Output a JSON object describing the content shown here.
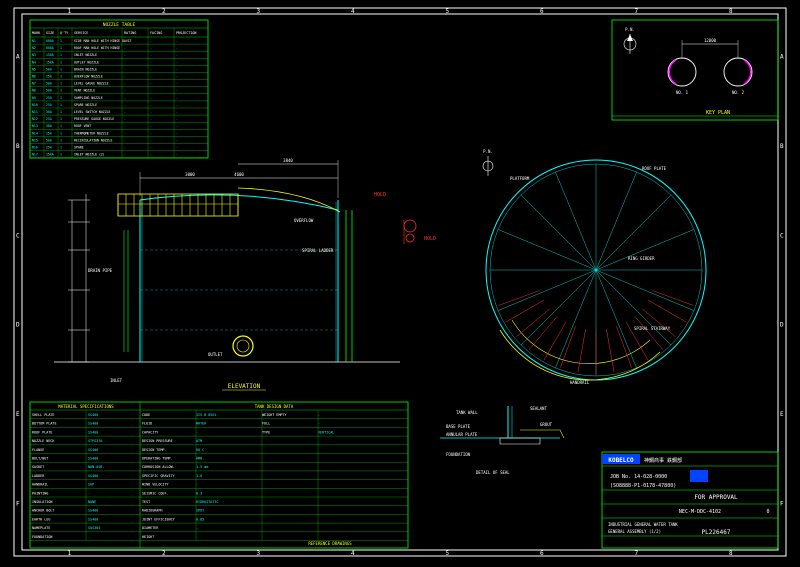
{
  "border": {
    "top_zones": [
      "1",
      "2",
      "3",
      "4",
      "5",
      "6",
      "7",
      "8"
    ],
    "side_zones": [
      "A",
      "B",
      "C",
      "D",
      "E",
      "F"
    ]
  },
  "nozzle_table": {
    "title": "NOZZLE TABLE",
    "headers": [
      "MARK",
      "SIZE",
      "Q'TY",
      "SERVICE",
      "RATING",
      "FACING",
      "PROJECTION"
    ],
    "rows": [
      [
        "N1",
        "600A",
        "1",
        "SIDE MAN HOLE WITH HINGE DAVIT",
        "-",
        "-",
        "-"
      ],
      [
        "N2",
        "600A",
        "1",
        "ROOF MAN HOLE WITH HINGE",
        "-",
        "-",
        "-"
      ],
      [
        "N3",
        "150A",
        "1",
        "INLET NOZZLE",
        "-",
        "-",
        "-"
      ],
      [
        "N4",
        "150A",
        "1",
        "OUTLET NOZZLE",
        "-",
        "-",
        "-"
      ],
      [
        "N5",
        "50A",
        "1",
        "DRAIN NOZZLE",
        "-",
        "-",
        "-"
      ],
      [
        "N6",
        "25A",
        "1",
        "OVERFLOW NOZZLE",
        "-",
        "-",
        "-"
      ],
      [
        "N7",
        "50A",
        "1",
        "LEVEL GAUGE NOZZLE",
        "-",
        "-",
        "-"
      ],
      [
        "N8",
        "50A",
        "1",
        "VENT NOZZLE",
        "-",
        "-",
        "-"
      ],
      [
        "N9",
        "25A",
        "1",
        "SAMPLING NOZZLE",
        "-",
        "-",
        "-"
      ],
      [
        "N10",
        "25A",
        "1",
        "SPARE NOZZLE",
        "-",
        "-",
        "-"
      ],
      [
        "N11",
        "50A",
        "1",
        "LEVEL SWITCH NOZZLE",
        "-",
        "-",
        "-"
      ],
      [
        "N12",
        "25A",
        "1",
        "PRESSURE GAUGE NOZZLE",
        "-",
        "-",
        "-"
      ],
      [
        "N13",
        "50A",
        "1",
        "ROOF VENT",
        "-",
        "-",
        "-"
      ],
      [
        "N14",
        "25A",
        "1",
        "THERMOMETER NOZZLE",
        "-",
        "-",
        "-"
      ],
      [
        "N15",
        "50A",
        "1",
        "RECIRCULATION NOZZLE",
        "-",
        "-",
        "-"
      ],
      [
        "N16",
        "25A",
        "1",
        "SPARE",
        "-",
        "-",
        "-"
      ],
      [
        "N17",
        "150A",
        "1",
        "INLET NOZZLE (2)",
        "-",
        "-",
        "-"
      ]
    ]
  },
  "key_plan": {
    "title": "KEY PLAN",
    "tank1": "NO. 1",
    "tank2": "NO. 2",
    "dim": "12000",
    "north": "P.N."
  },
  "elevation": {
    "title": "ELEVATION",
    "hold1": "HOLD",
    "hold2": "HOLD",
    "top_dims": [
      "4600",
      "3840",
      "3000"
    ],
    "labels": [
      "DRAIN PIPE",
      "OVERFLOW",
      "SPIRAL LADDER",
      "INLET",
      "OUTLET"
    ]
  },
  "plan": {
    "north": "P.N.",
    "labels": [
      "ROOF PLATE",
      "PLATFORM",
      "SPIRAL STAIRWAY",
      "RING GIRDER",
      "HANDRAIL"
    ]
  },
  "detail": {
    "labels": [
      "TANK WALL",
      "BASE PLATE",
      "ANNULAR PLATE",
      "SEALANT",
      "GROUT",
      "FOUNDATION"
    ],
    "title": "DETAIL OF SEAL"
  },
  "spec_table": {
    "title1": "MATERIAL SPECIFICATIONS",
    "title2": "TANK DESIGN DATA",
    "rows": [
      [
        "SHELL PLATE",
        "SS400",
        "CODE",
        "JIS B 8501",
        "WEIGHT EMPTY",
        "-"
      ],
      [
        "BOTTOM PLATE",
        "SS400",
        "FLUID",
        "WATER",
        "FULL",
        "-"
      ],
      [
        "ROOF PLATE",
        "SS400",
        "CAPACITY",
        "-",
        "TYPE",
        "VERTICAL"
      ],
      [
        "NOZZLE NECK",
        "STPG370",
        "DESIGN PRESSURE",
        "ATM",
        "",
        ""
      ],
      [
        "FLANGE",
        "SS400",
        "DESIGN TEMP.",
        "50 C",
        "",
        ""
      ],
      [
        "BOLT/NUT",
        "SS400",
        "OPERATING TEMP.",
        "AMB.",
        "",
        ""
      ],
      [
        "GASKET",
        "NON-ASB.",
        "CORROSION ALLOW.",
        "1.5 mm",
        "",
        ""
      ],
      [
        "LADDER",
        "SS400",
        "SPECIFIC GRAVITY",
        "1.0",
        "",
        ""
      ],
      [
        "HANDRAIL",
        "SGP",
        "WIND VELOCITY",
        "-",
        "",
        ""
      ],
      [
        "PAINTING",
        "-",
        "SEISMIC COEF.",
        "0.3",
        "",
        ""
      ],
      [
        "INSULATION",
        "NONE",
        "TEST",
        "HYDROSTATIC",
        "",
        ""
      ],
      [
        "ANCHOR BOLT",
        "SS400",
        "RADIOGRAPH",
        "SPOT",
        "",
        ""
      ],
      [
        "EARTH LUG",
        "SS400",
        "JOINT EFFICIENCY",
        "0.85",
        "",
        ""
      ],
      [
        "NAMEPLATE",
        "SUS304",
        "DIAMETER",
        "-",
        "",
        ""
      ],
      [
        "FOUNDATION",
        "-",
        "HEIGHT",
        "-",
        "",
        ""
      ]
    ],
    "ref_title": "REFERENCE DRAWINGS"
  },
  "title_block": {
    "company_logo": "KOBELCO",
    "company_jp": "神鋼商事 鉄鋼部",
    "job_line1": "JOB No. 14-028-0000",
    "job_line2": "(SO8888-P1-0178-47800)",
    "approval": "FOR APPROVAL",
    "doc_no": "NEC-M-DDC-4102",
    "title1": "INDUSTRIAL GENERAL WATER TANK",
    "title2": "GENERAL ASSEMBLY (1/2)",
    "drawing_no": "PL226467",
    "rev": "0"
  }
}
